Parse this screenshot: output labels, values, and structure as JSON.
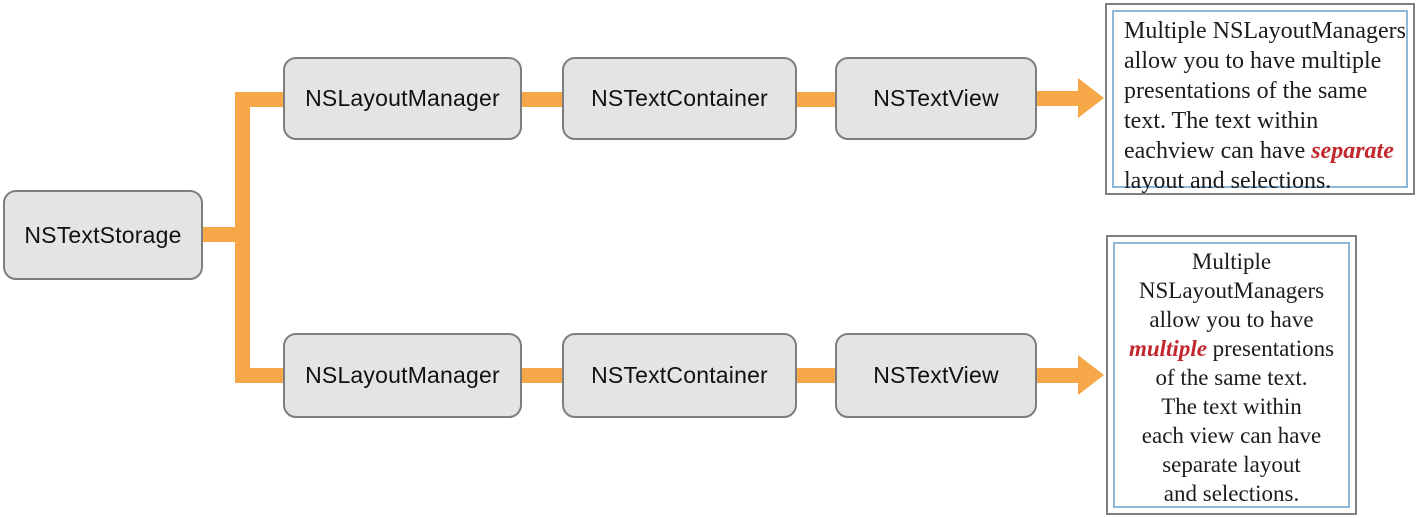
{
  "colors": {
    "connector": "#F6A848",
    "node_fill": "#E4E5E3",
    "node_border": "#7E7E7E",
    "node_text": "#111111",
    "note_outer_border": "#808080",
    "note_inner_border": "#8FB8D8",
    "note_text": "#1C1C1E",
    "emphasis": "#C1272D",
    "background": "#FFFFFF"
  },
  "nodes": {
    "text_storage": "NSTextStorage",
    "layout_manager_top": "NSLayoutManager",
    "text_container_top": "NSTextContainer",
    "text_view_top": "NSTextView",
    "layout_manager_bottom": "NSLayoutManager",
    "text_container_bottom": "NSTextContainer",
    "text_view_bottom": "NSTextView"
  },
  "notes": {
    "top": {
      "align": "left",
      "lines": [
        [
          {
            "t": "Multiple NSLayoutManagers"
          }
        ],
        [
          {
            "t": "allow you to have multiple"
          }
        ],
        [
          {
            "t": "presentations of the same"
          }
        ],
        [
          {
            "t": "text. The text within"
          }
        ],
        [
          {
            "t": "eachview can have "
          },
          {
            "t": "separate",
            "em": true
          }
        ],
        [
          {
            "t": "layout and selections."
          }
        ]
      ]
    },
    "bottom": {
      "align": "center",
      "lines": [
        [
          {
            "t": "Multiple"
          }
        ],
        [
          {
            "t": "NSLayoutManagers"
          }
        ],
        [
          {
            "t": "allow you to have"
          }
        ],
        [
          {
            "t": "multiple",
            "em": true
          },
          {
            "t": " presentations"
          }
        ],
        [
          {
            "t": "of the same text."
          }
        ],
        [
          {
            "t": "The text within"
          }
        ],
        [
          {
            "t": "each view can have"
          }
        ],
        [
          {
            "t": "separate layout"
          }
        ],
        [
          {
            "t": "and selections."
          }
        ]
      ]
    }
  }
}
